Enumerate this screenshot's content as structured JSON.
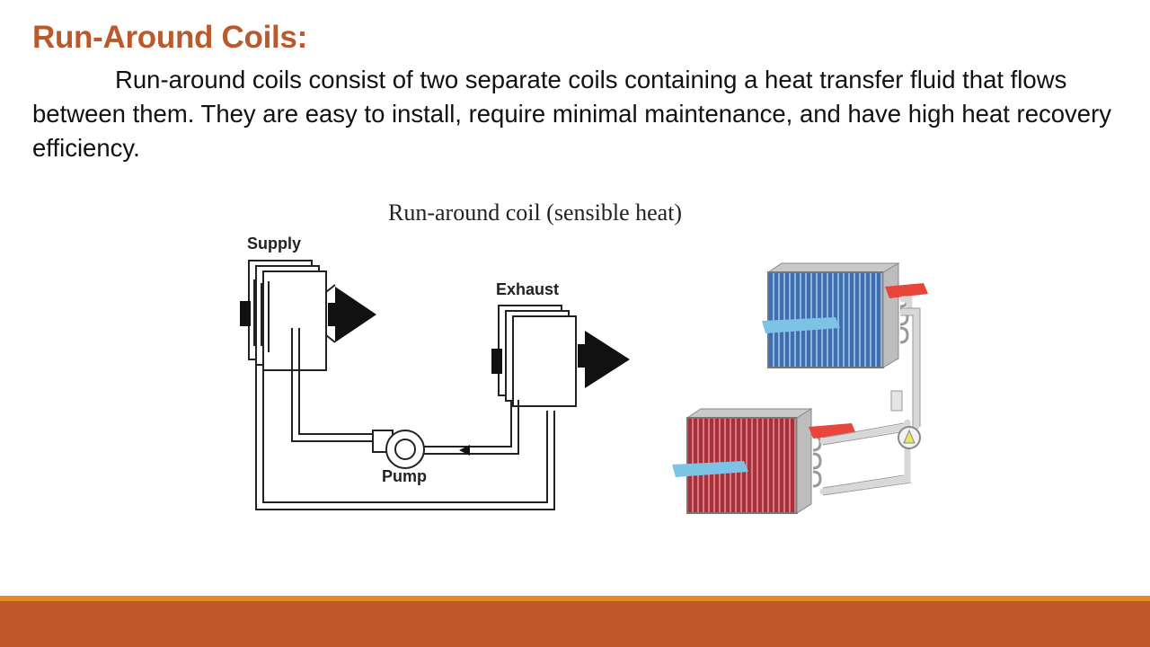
{
  "slide": {
    "title": "Run-Around Coils:",
    "body": "Run-around coils consist of two separate coils containing a heat transfer fluid that flows between them. They are easy to install, require minimal maintenance, and have high heat recovery efficiency."
  },
  "diagram": {
    "caption": "Run-around coil (sensible heat)",
    "labels": {
      "supply": "Supply",
      "exhaust": "Exhaust",
      "pump": "Pump"
    }
  },
  "colors": {
    "title": "#b85a2b",
    "footer_bar": "#bf572b",
    "footer_line": "#e38a24",
    "cold_coil": "#3d6fb0",
    "hot_coil": "#a8303a",
    "air_arrow_hot": "#e8453c",
    "air_arrow_cold": "#7cc3e6"
  }
}
